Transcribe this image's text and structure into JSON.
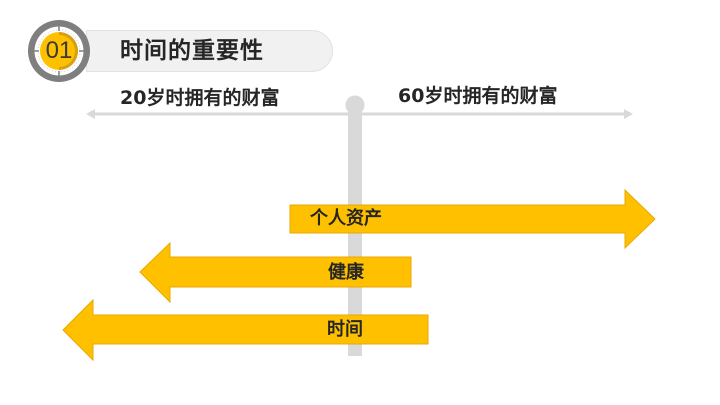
{
  "header": {
    "badge_number": "01",
    "title": "时间的重要性"
  },
  "axis": {
    "left_label": "20岁时拥有的财富",
    "right_label": "60岁时拥有的财富"
  },
  "arrows": [
    {
      "label": "个人资产",
      "direction": "right"
    },
    {
      "label": "健康",
      "direction": "left"
    },
    {
      "label": "时间",
      "direction": "left"
    }
  ],
  "colors": {
    "accent": "#FFC000",
    "accent_border": "#E8A800",
    "axis_gray": "#D9D9D9",
    "text": "#262626",
    "ring_gray": "#7F7F7F"
  }
}
